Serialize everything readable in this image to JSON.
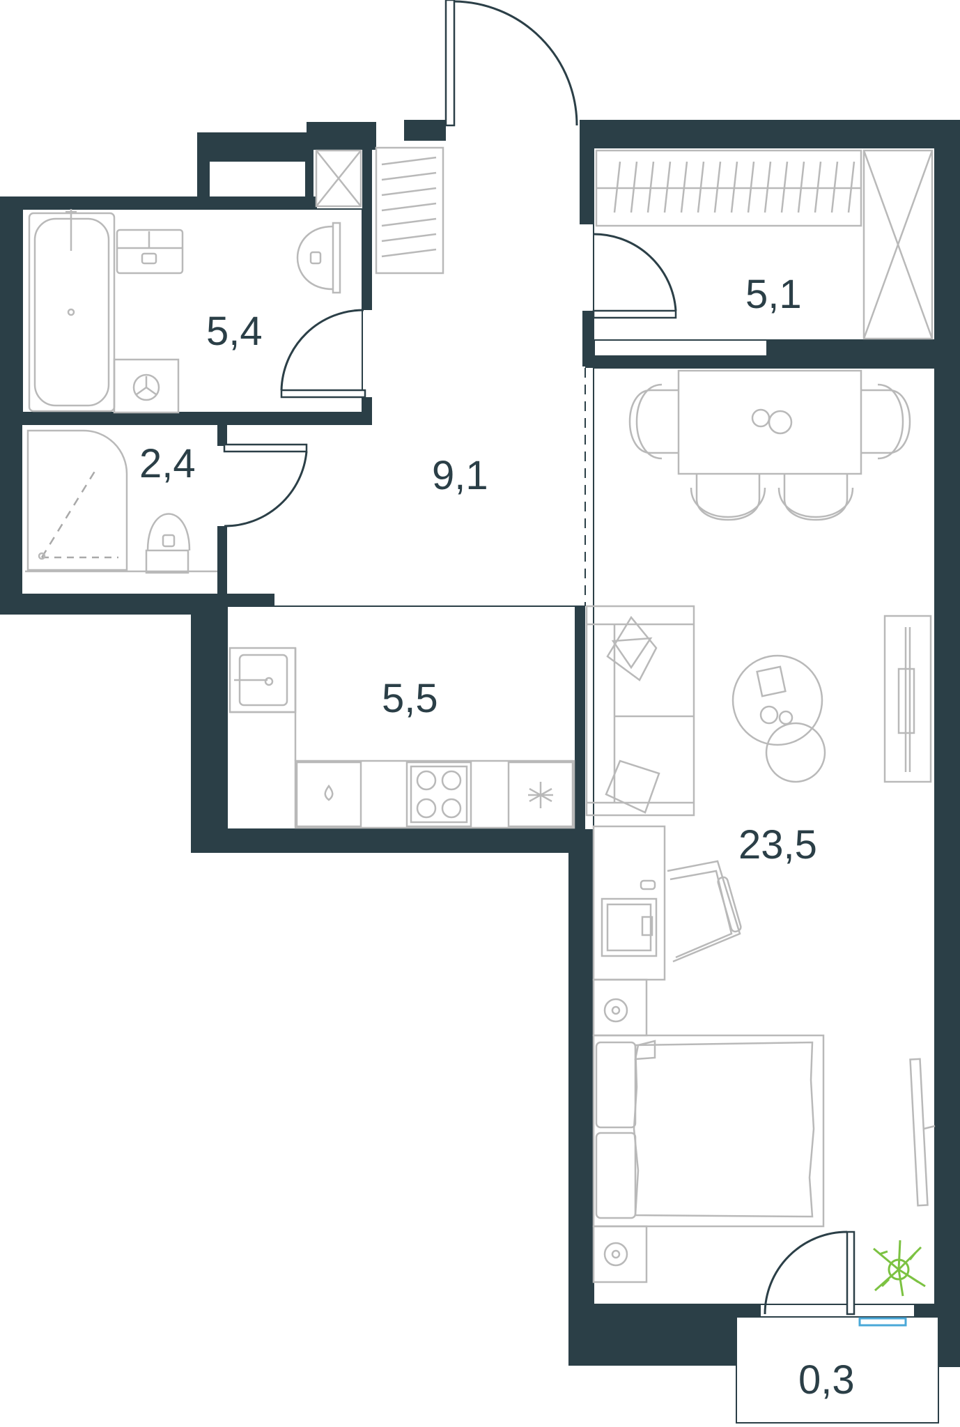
{
  "rooms": {
    "bathroom": {
      "area": "5,4"
    },
    "shower_room": {
      "area": "2,4"
    },
    "hallway": {
      "area": "9,1"
    },
    "kitchen": {
      "area": "5,5"
    },
    "wardrobe": {
      "area": "5,1"
    },
    "living_room": {
      "area": "23,5"
    },
    "balcony": {
      "area": "0,3"
    }
  },
  "colors": {
    "walls": "#2b3f47",
    "furniture": "#b9b9b9",
    "plant": "#7cc242",
    "window": "#4aa8d8"
  }
}
